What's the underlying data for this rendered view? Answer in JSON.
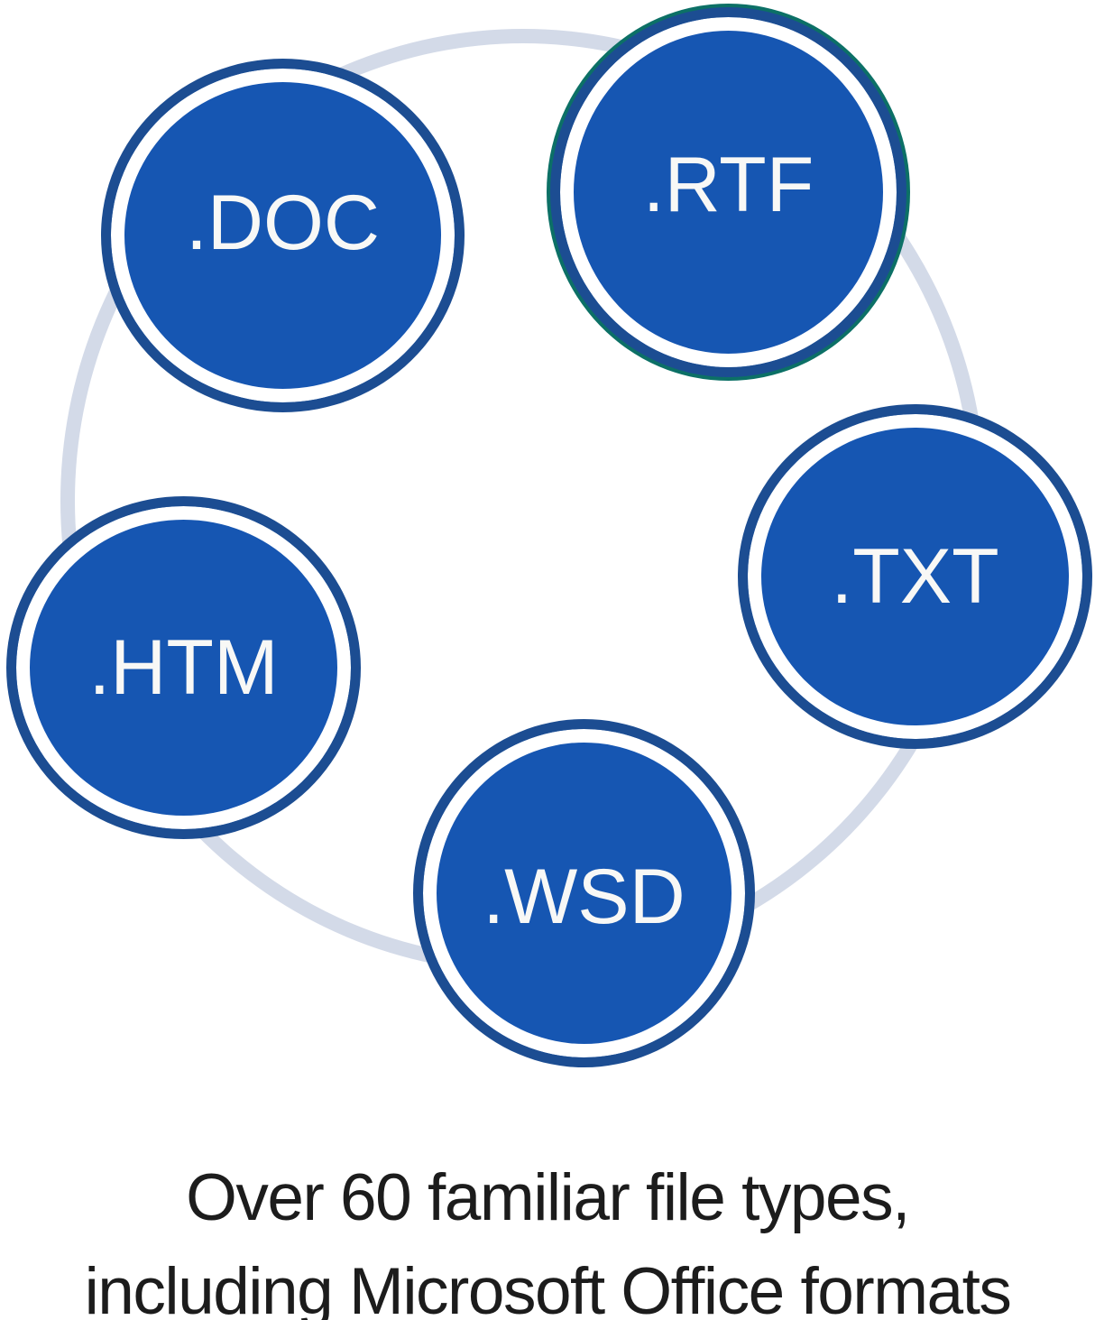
{
  "diagram": {
    "file_types": [
      {
        "id": "doc",
        "label": ".DOC"
      },
      {
        "id": "rtf",
        "label": ".RTF"
      },
      {
        "id": "txt",
        "label": ".TXT"
      },
      {
        "id": "htm",
        "label": ".HTM"
      },
      {
        "id": "wsd",
        "label": ".WSD"
      }
    ],
    "caption": {
      "line1": "Over 60 familiar file types,",
      "line2": "including Microsoft Office formats"
    },
    "colors": {
      "circle_fill": "#1656b2",
      "circle_border": "#1c4d92",
      "circle_inner_ring": "#ffffff",
      "rtf_outer_edge_teal": "#0c7066",
      "background_ring": "#d3dae8",
      "label_text": "#f8f8f6",
      "caption_text": "#1c1c1c",
      "background": "#ffffff"
    }
  }
}
